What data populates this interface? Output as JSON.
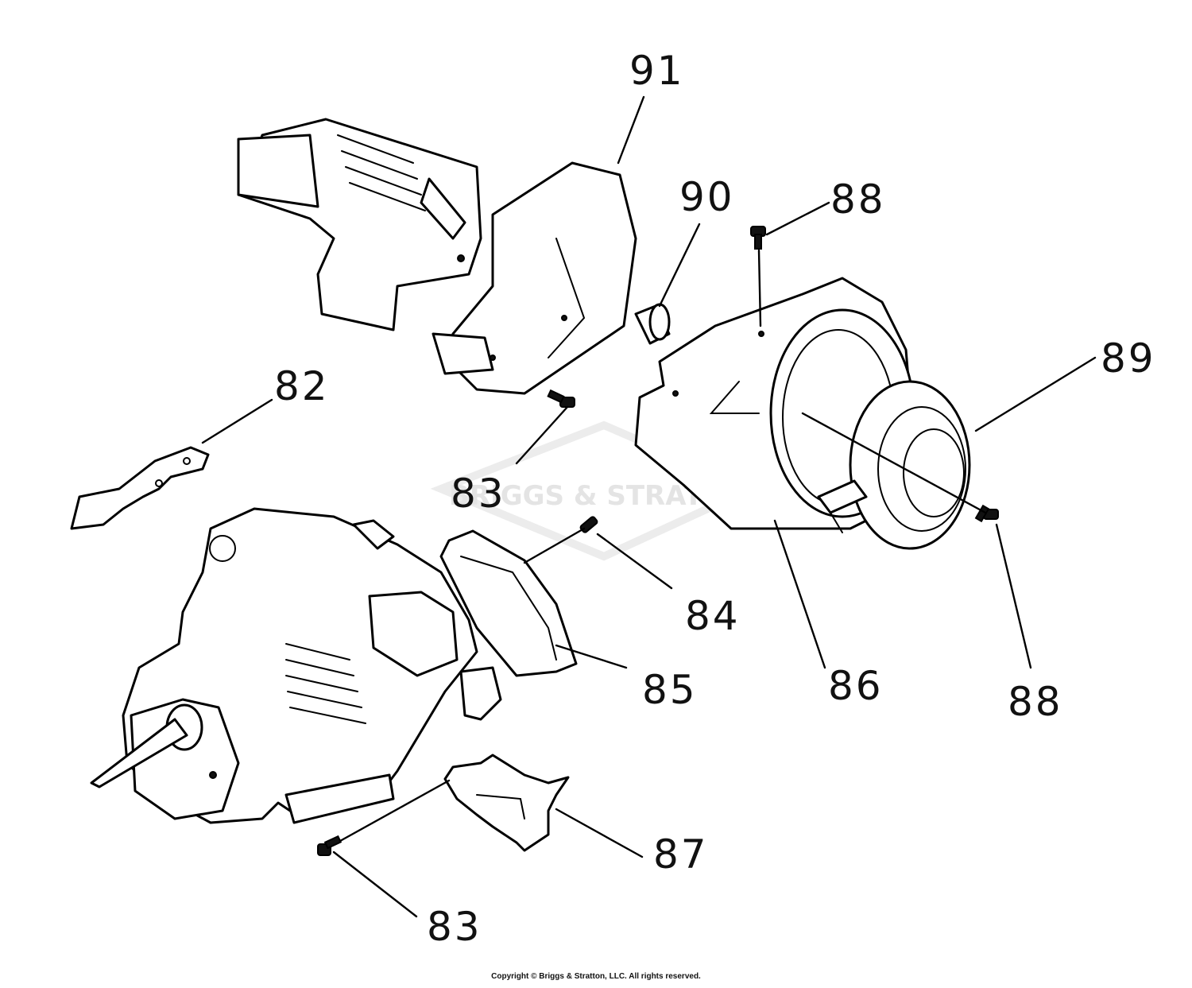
{
  "watermark": {
    "text": "BRIGGS & STRATTON"
  },
  "callouts": {
    "c91": "91",
    "c90": "90",
    "c88_top": "88",
    "c89": "89",
    "c82": "82",
    "c83_mid": "83",
    "c84": "84",
    "c85": "85",
    "c86": "86",
    "c88_bottom": "88",
    "c87": "87",
    "c83_bottom": "83"
  },
  "footer": {
    "copyright": "Copyright © Briggs & Stratton, LLC. All rights reserved."
  }
}
